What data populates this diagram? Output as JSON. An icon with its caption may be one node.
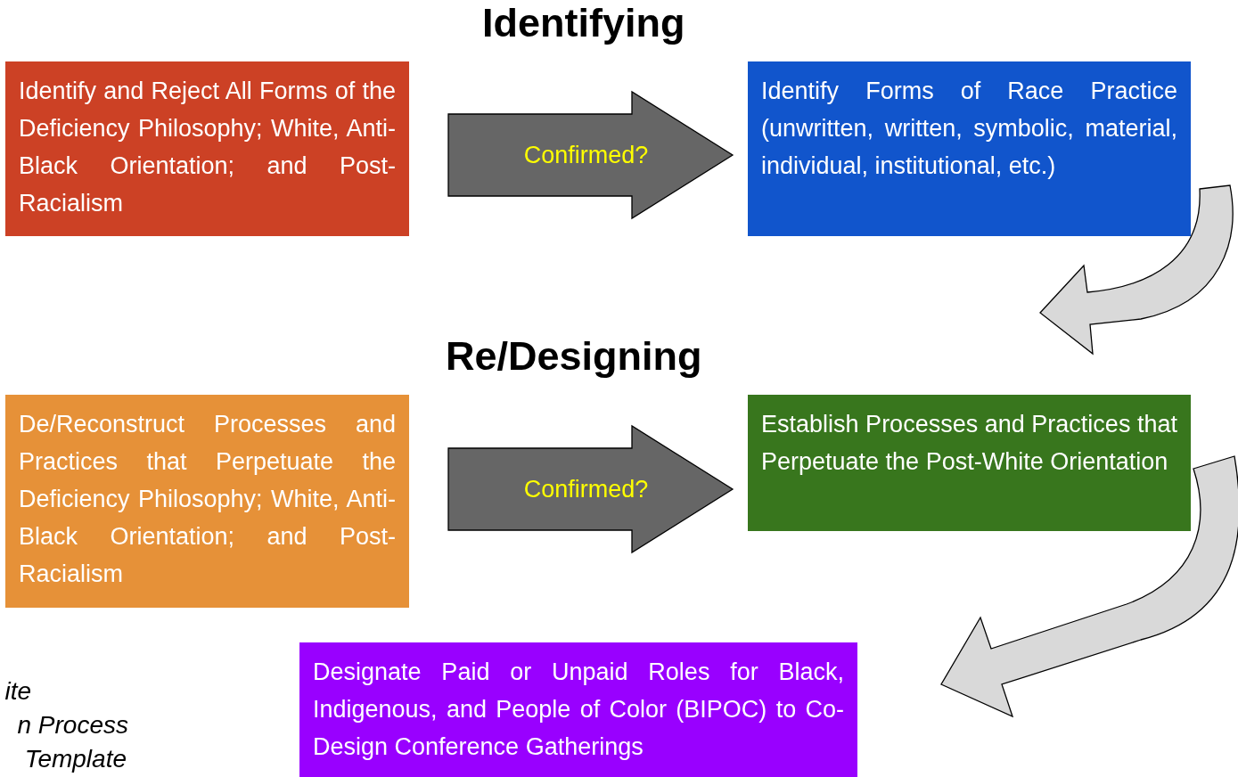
{
  "diagram": {
    "title": "Identifying",
    "nodes": [
      {
        "text": [
          "Identify and Reject All Forms of the Deficiency Philosophy; White, Anti-Black Orientation; and Post-Racialism"
        ]
      },
      {
        "text": [
          "Identify Forms of Race Practice (unwritten, written, symbolic, material, individual, institutional, etc.)"
        ]
      },
      {
        "text": [
          "De/Reconstruct Processes and Practices that Perpetuate the Deficiency Philosophy; White, Anti-Black Orientation; and Post-Racialism"
        ]
      },
      {
        "text": [
          "Establish Processes and Practices that Perpetuate the Post-White Orientation"
        ]
      },
      {
        "text": [
          "Designate Paid or Unpaid Roles for Black, Indigenous, and People of Color (BIPOC) to Co-Design Conference Gatherings"
        ]
      }
    ],
    "edges": [
      {
        "from": 0,
        "to": 1,
        "arrow": "to",
        "label": "Confirmed?"
      },
      {
        "from": 1,
        "to": null,
        "arrow": "to",
        "color": "#d9d9d9"
      },
      {
        "from": 2,
        "to": 3,
        "arrow": "to",
        "label": "Confirmed?"
      },
      {
        "from": 3,
        "to": null,
        "arrow": "to",
        "color": "#d9d9d9"
      }
    ],
    "labels": [
      "Re/Designing",
      "ite",
      "n Process",
      "Template"
    ]
  }
}
